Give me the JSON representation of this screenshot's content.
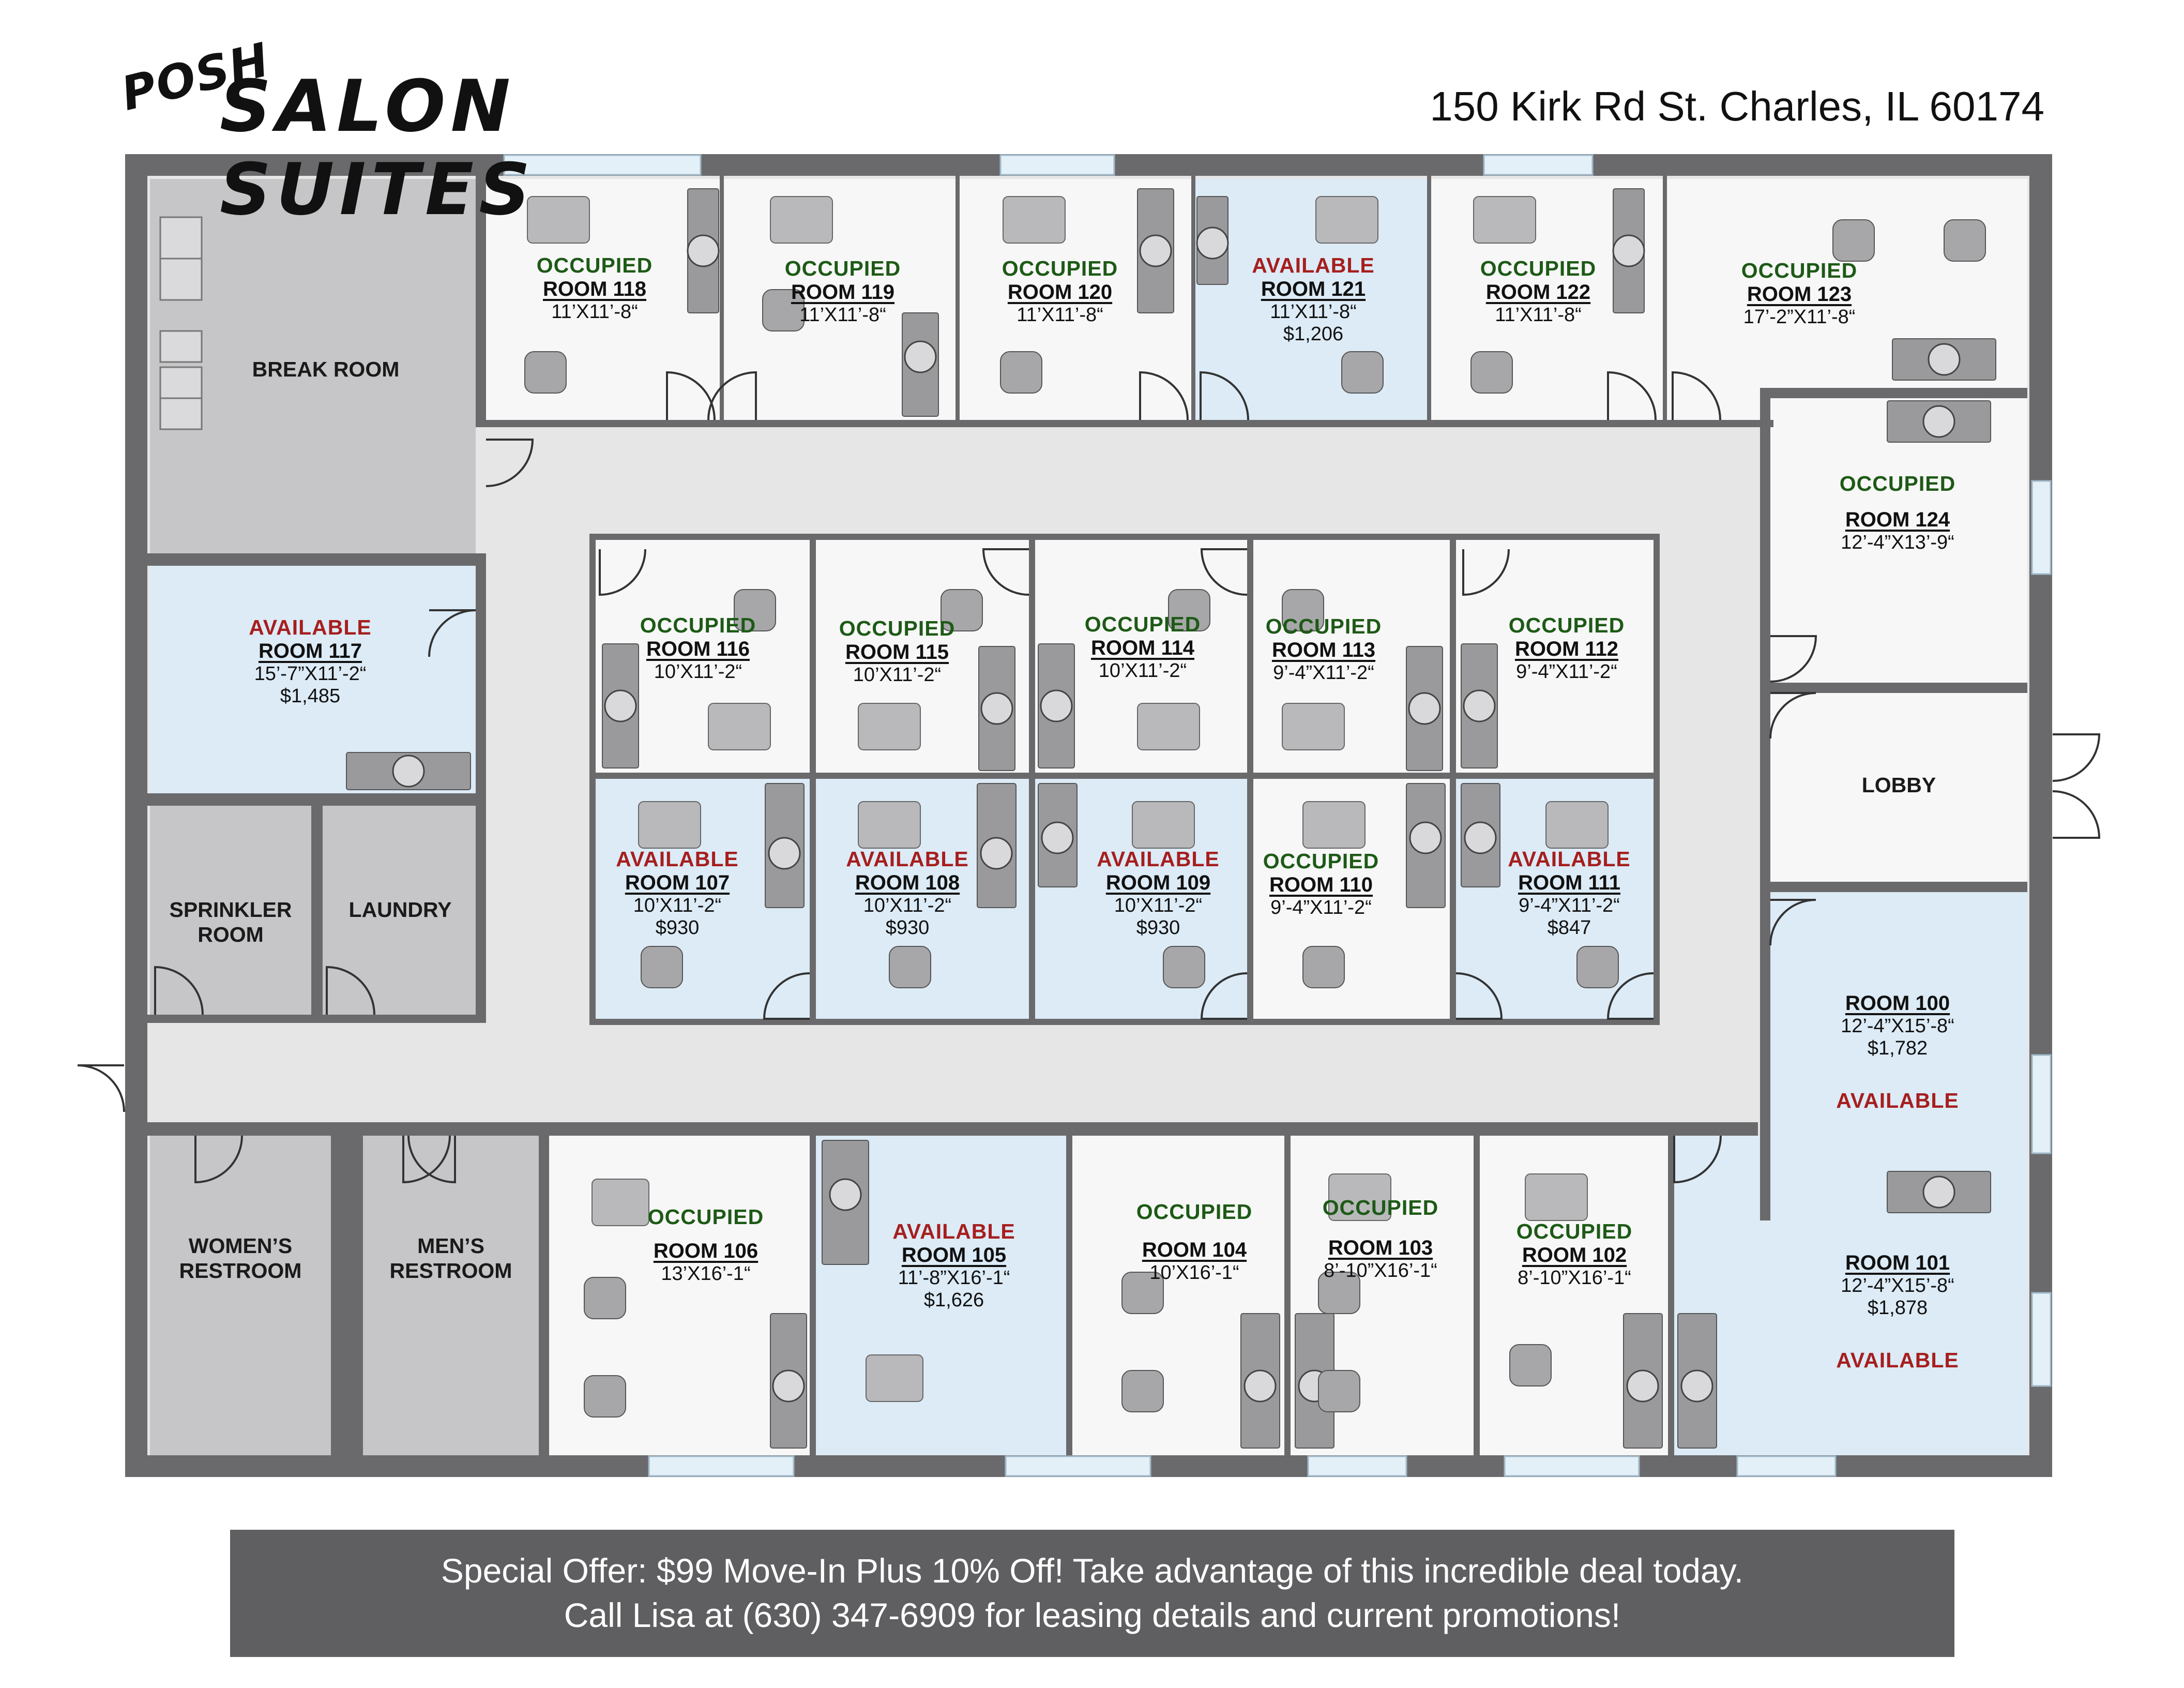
{
  "brand": {
    "small": "POSH",
    "big": "SALON SUITES"
  },
  "address": "150 Kirk Rd St. Charles, IL 60174",
  "offer": {
    "line1": "Special Offer: $99 Move-In Plus 10% Off! Take advantage of this incredible deal today.",
    "line2": "Call Lisa at (630) 347-6909 for leasing details and current promotions!"
  },
  "utility_rooms": {
    "break_room": "BREAK ROOM",
    "sprinkler_1": "SPRINKLER",
    "sprinkler_2": "ROOM",
    "laundry": "LAUNDRY",
    "lobby": "LOBBY",
    "womens_1": "WOMEN’S",
    "womens_2": "RESTROOM",
    "mens_1": "MEN’S",
    "mens_2": "RESTROOM"
  },
  "colors": {
    "wall": "#6a6a6c",
    "available": "#dcebf6",
    "occupied": "#f7f7f7",
    "utility": "#c6c6c8",
    "corridor": "#e6e6e6",
    "occupied_text": "#1d5a16",
    "available_text": "#a61e1e"
  },
  "rooms": [
    {
      "id": "118",
      "status": "OCCUPIED",
      "name": "ROOM 118",
      "dims": "11’X11’-8“",
      "price": ""
    },
    {
      "id": "119",
      "status": "OCCUPIED",
      "name": "ROOM 119",
      "dims": "11’X11’-8“",
      "price": ""
    },
    {
      "id": "120",
      "status": "OCCUPIED",
      "name": "ROOM 120",
      "dims": "11’X11’-8“",
      "price": ""
    },
    {
      "id": "121",
      "status": "AVAILABLE",
      "name": "ROOM 121",
      "dims": "11’X11’-8“",
      "price": "$1,206"
    },
    {
      "id": "122",
      "status": "OCCUPIED",
      "name": "ROOM 122",
      "dims": "11’X11’-8“",
      "price": ""
    },
    {
      "id": "123",
      "status": "OCCUPIED",
      "name": "ROOM 123",
      "dims": "17’-2”X11’-8“",
      "price": ""
    },
    {
      "id": "124",
      "status": "OCCUPIED",
      "name": "ROOM 124",
      "dims": "12’-4”X13’-9“",
      "price": ""
    },
    {
      "id": "117",
      "status": "AVAILABLE",
      "name": "ROOM 117",
      "dims": "15’-7”X11’-2“",
      "price": "$1,485"
    },
    {
      "id": "116",
      "status": "OCCUPIED",
      "name": "ROOM 116",
      "dims": "10’X11’-2“",
      "price": ""
    },
    {
      "id": "115",
      "status": "OCCUPIED",
      "name": "ROOM 115",
      "dims": "10’X11’-2“",
      "price": ""
    },
    {
      "id": "114",
      "status": "OCCUPIED",
      "name": "ROOM 114",
      "dims": "10’X11’-2“",
      "price": ""
    },
    {
      "id": "113",
      "status": "OCCUPIED",
      "name": "ROOM 113",
      "dims": "9’-4”X11’-2“",
      "price": ""
    },
    {
      "id": "112",
      "status": "OCCUPIED",
      "name": "ROOM 112",
      "dims": "9’-4”X11’-2“",
      "price": ""
    },
    {
      "id": "107",
      "status": "AVAILABLE",
      "name": "ROOM 107",
      "dims": "10’X11’-2“",
      "price": "$930"
    },
    {
      "id": "108",
      "status": "AVAILABLE",
      "name": "ROOM 108",
      "dims": "10’X11’-2“",
      "price": "$930"
    },
    {
      "id": "109",
      "status": "AVAILABLE",
      "name": "ROOM 109",
      "dims": "10’X11’-2“",
      "price": "$930"
    },
    {
      "id": "110",
      "status": "OCCUPIED",
      "name": "ROOM 110",
      "dims": "9’-4”X11’-2“",
      "price": ""
    },
    {
      "id": "111",
      "status": "AVAILABLE",
      "name": "ROOM 111",
      "dims": "9’-4”X11’-2“",
      "price": "$847"
    },
    {
      "id": "100",
      "status": "AVAILABLE",
      "name": "ROOM 100",
      "dims": "12’-4”X15’-8“",
      "price": "$1,782"
    },
    {
      "id": "106",
      "status": "OCCUPIED",
      "name": "ROOM 106",
      "dims": "13’X16’-1“",
      "price": ""
    },
    {
      "id": "105",
      "status": "AVAILABLE",
      "name": "ROOM 105",
      "dims": "11’-8”X16’-1“",
      "price": "$1,626"
    },
    {
      "id": "104",
      "status": "OCCUPIED",
      "name": "ROOM 104",
      "dims": "10’X16’-1“",
      "price": ""
    },
    {
      "id": "103",
      "status": "OCCUPIED",
      "name": "ROOM 103",
      "dims": "8’-10”X16’-1“",
      "price": ""
    },
    {
      "id": "102",
      "status": "OCCUPIED",
      "name": "ROOM 102",
      "dims": "8’-10”X16’-1“",
      "price": ""
    },
    {
      "id": "101",
      "status": "AVAILABLE",
      "name": "ROOM 101",
      "dims": "12’-4”X15’-8“",
      "price": "$1,878"
    }
  ]
}
